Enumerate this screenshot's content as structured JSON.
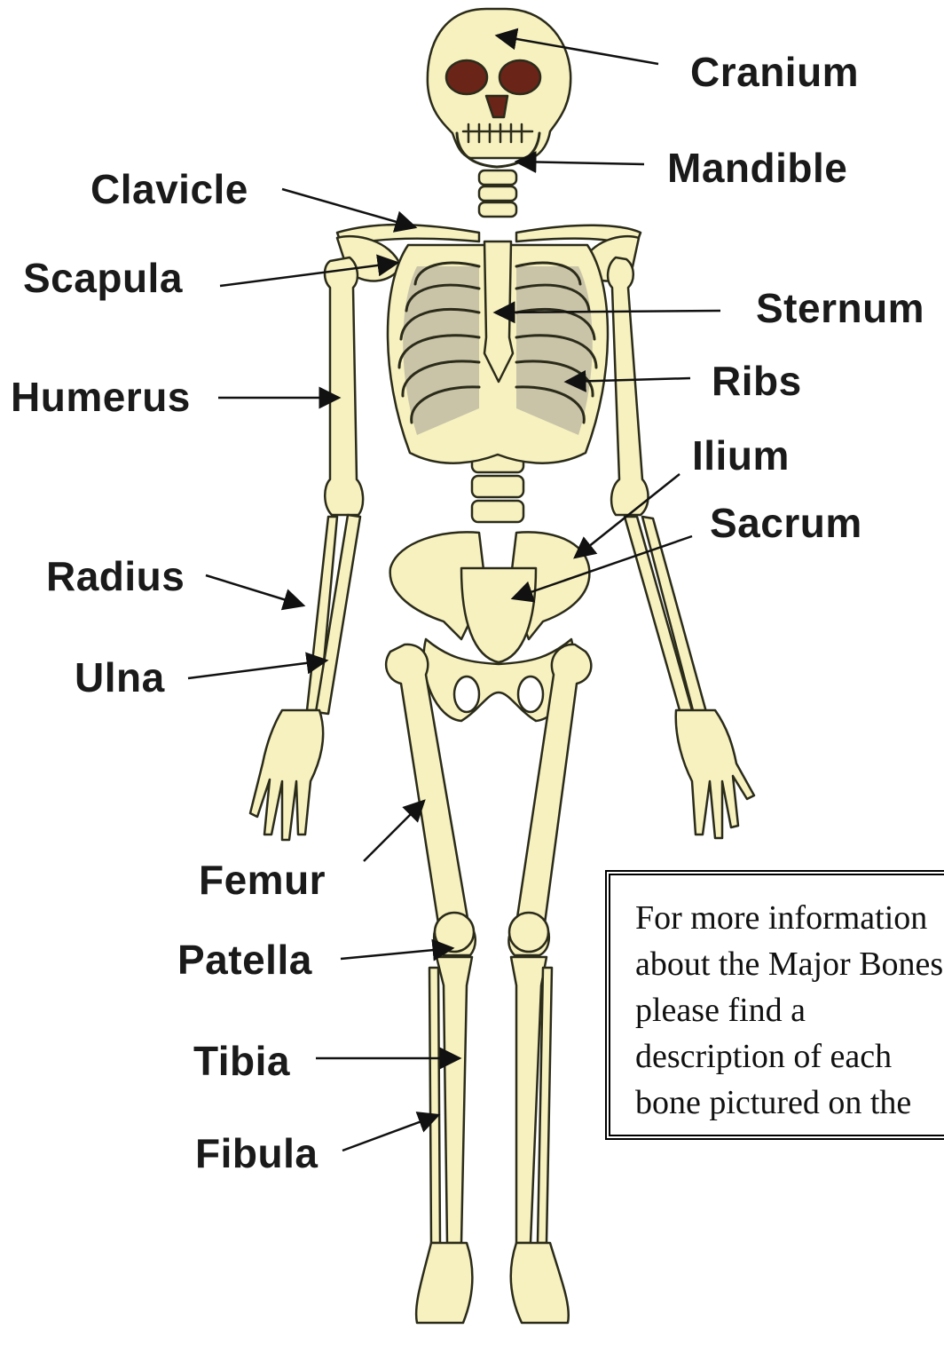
{
  "labels": {
    "cranium": "Cranium",
    "mandible": "Mandible",
    "clavicle": "Clavicle",
    "scapula": "Scapula",
    "sternum": "Sternum",
    "humerus": "Humerus",
    "ribs": "Ribs",
    "ilium": "Ilium",
    "sacrum": "Sacrum",
    "radius": "Radius",
    "ulna": "Ulna",
    "femur": "Femur",
    "patella": "Patella",
    "tibia": "Tibia",
    "fibula": "Fibula"
  },
  "info_box": {
    "text": "For more information about the Major Bones please find a description of each bone pictured on the opposite side of this sheet."
  },
  "colors": {
    "bone": "#f7f1bf",
    "bone_outline": "#2b2b1a",
    "eye_socket": "#6b2418",
    "rib_shadow": "#c9c4a8"
  }
}
